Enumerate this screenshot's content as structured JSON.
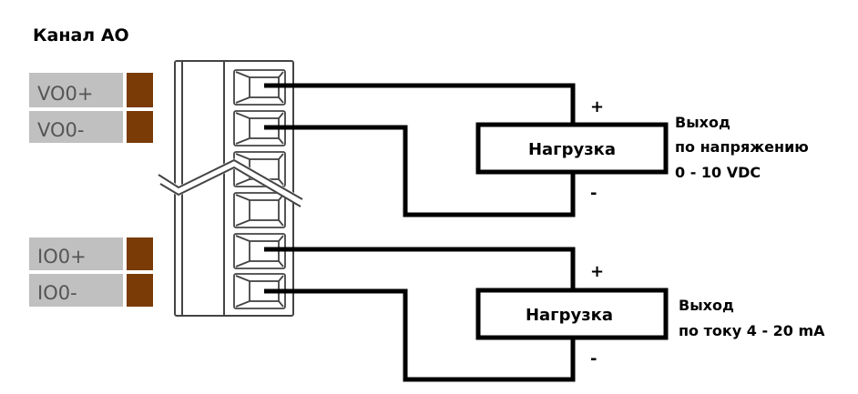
{
  "title": "Канал АО",
  "colors": {
    "pin_label_bg": "#c0c0c0",
    "pin_swatch": "#7a3b06",
    "wire": "#000000",
    "block_line": "#444444"
  },
  "pins": [
    {
      "label": "VO0+",
      "wired": true
    },
    {
      "label": "VO0-",
      "wired": true
    },
    {
      "label": "IO0+",
      "wired": true
    },
    {
      "label": "IO0-",
      "wired": true
    }
  ],
  "loads": [
    {
      "label": "Нагрузка",
      "plus": "+",
      "minus": "-",
      "description": [
        "Выход",
        "по напряжению",
        "0 - 10 VDC"
      ]
    },
    {
      "label": "Нагрузка",
      "plus": "+",
      "minus": "-",
      "description": [
        "Выход",
        "по току 4 - 20 mA"
      ]
    }
  ]
}
